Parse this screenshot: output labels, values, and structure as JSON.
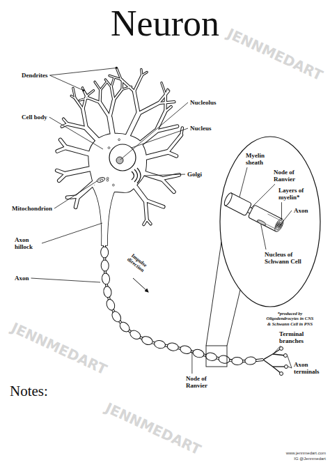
{
  "diagram": {
    "title": "Neuron",
    "labels": [
      "Dendrites",
      "Cell body",
      "Mitochondrion",
      "Axon hillock",
      "Axon",
      "Impulse direction",
      "Nucleolus",
      "Nucleus",
      "Golgi",
      "Myelin sheath",
      "Node of Ranvier",
      "Layers of myelin*",
      "Axon",
      "Nucleus of Schwann Cell",
      "*produced by Oligodendrocytes in CNS & Schwann Cell in PNS",
      "Node of Ranvier",
      "Terminal branches",
      "Axon terminals",
      "Notes:",
      "www.jennmedart.com",
      "IG @Jennmedart",
      "JENNMEDART",
      "JENNMEDART",
      "JENNMEDART"
    ]
  }
}
